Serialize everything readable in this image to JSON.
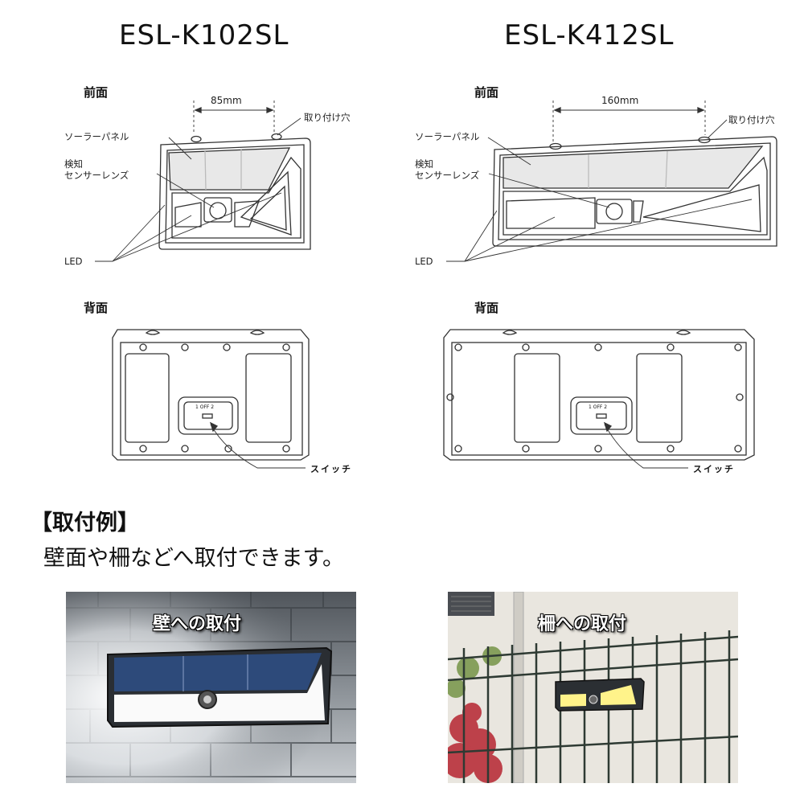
{
  "models": {
    "left": {
      "title": "ESL-K102SL",
      "front_label": "前面",
      "back_label": "背面",
      "dimension": "85mm",
      "mount_hole": "取り付け穴",
      "solar_panel": "ソーラーパネル",
      "sensor_line1": "検知",
      "sensor_line2": "センサーレンズ",
      "led": "LED",
      "switch": "スイッチ",
      "switch_markings": "1 OFF 2"
    },
    "right": {
      "title": "ESL-K412SL",
      "front_label": "前面",
      "back_label": "背面",
      "dimension": "160mm",
      "mount_hole": "取り付け穴",
      "solar_panel": "ソーラーパネル",
      "sensor_line1": "検知",
      "sensor_line2": "センサーレンズ",
      "led": "LED",
      "switch": "スイッチ",
      "switch_markings": "1 OFF 2"
    }
  },
  "example": {
    "heading": "【取付例】",
    "description": "壁面や柵などへ取付できます。",
    "wall_caption": "壁への取付",
    "fence_caption": "柵への取付"
  },
  "colors": {
    "line": "#333333",
    "panel_fill": "#e6e6e6",
    "wall_stone": "#7d8287",
    "led_yellow": "#fff38a"
  }
}
